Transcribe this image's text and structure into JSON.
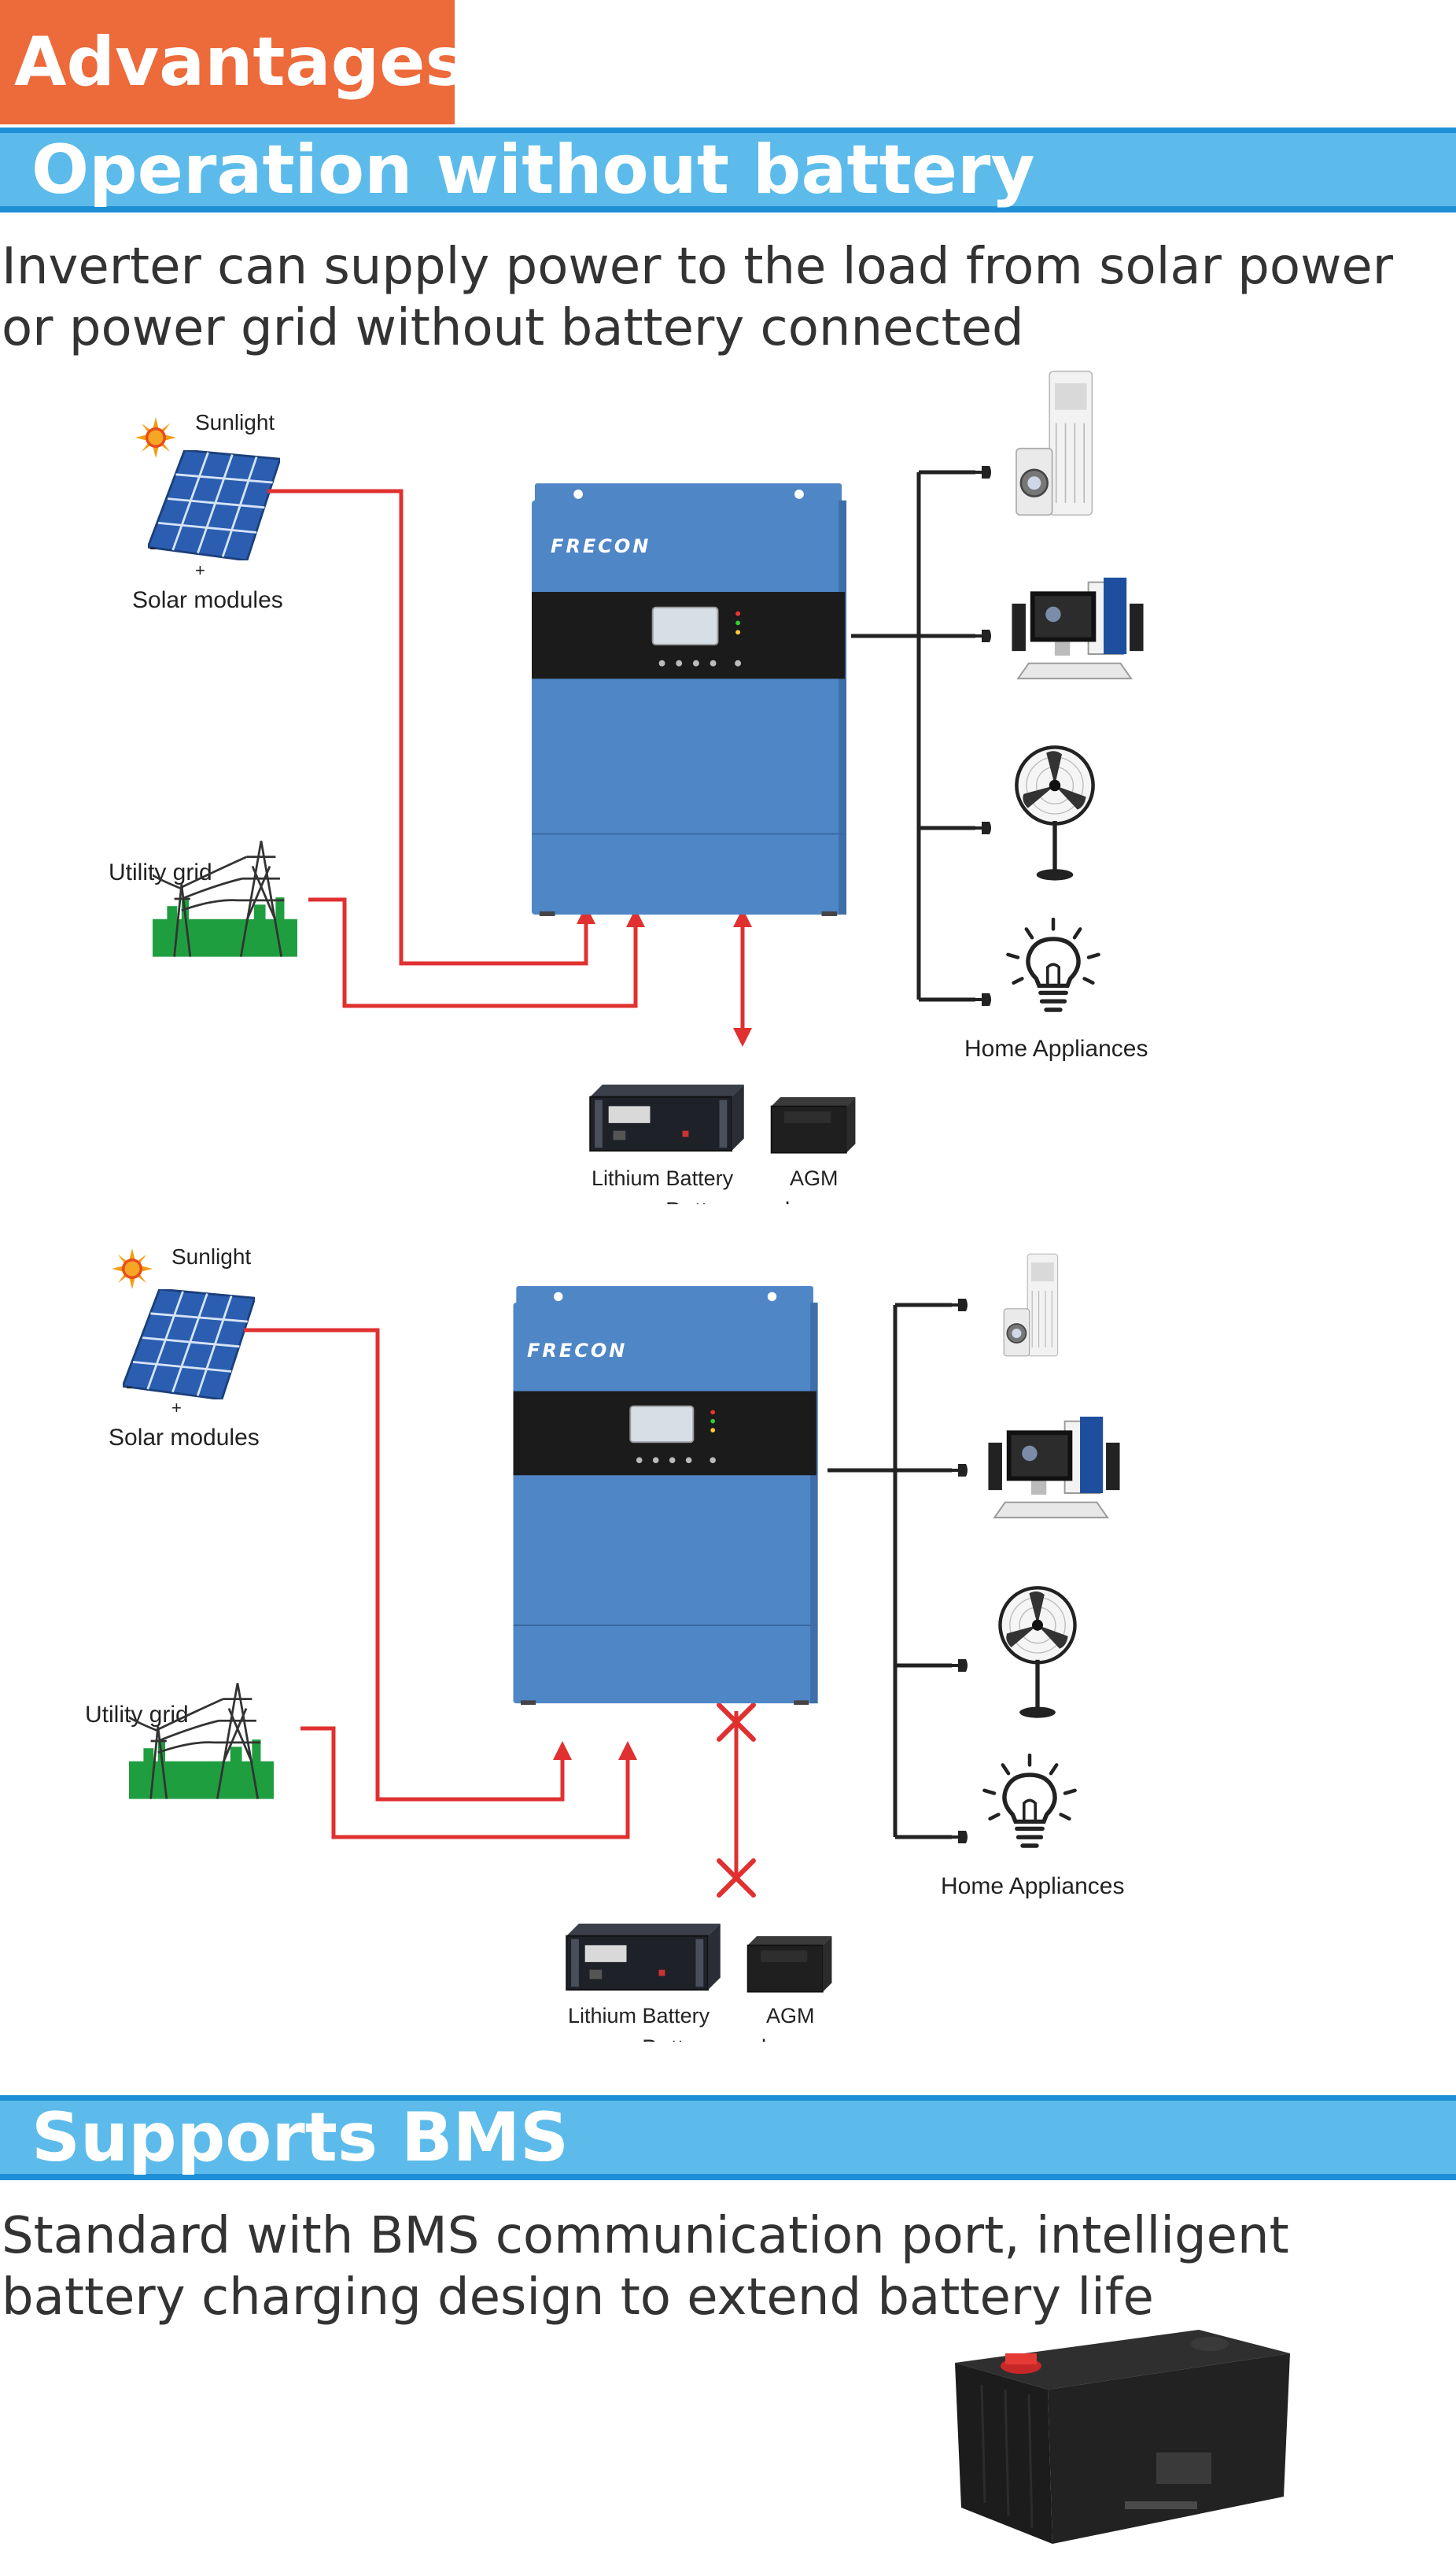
{
  "header": {
    "tag": "Advantages",
    "section1_title": "Operation without battery",
    "section1_desc": "Inverter can supply power to the load from solar power or power grid without battery connected",
    "section2_title": "Supports BMS",
    "section2_desc": "Standard with BMS communication port, intelligent battery charging  design to extend battery life"
  },
  "diagram": {
    "sunlight": "Sunlight",
    "solar_modules": "Solar modules",
    "solar_minus": "-",
    "solar_plus": "+",
    "utility_grid": "Utility grid",
    "inverter_brand": "FRECON",
    "home_appliances": "Home Appliances",
    "lithium_battery": "Lithium Battery",
    "agm": "AGM",
    "battery_packs": "Battery packs"
  },
  "colors": {
    "orange_tag": "#ed6a3a",
    "blue_bar": "#5cbbea",
    "inverter_blue": "#4f86c6",
    "wire_red": "#e03030",
    "wire_black": "#222222"
  }
}
